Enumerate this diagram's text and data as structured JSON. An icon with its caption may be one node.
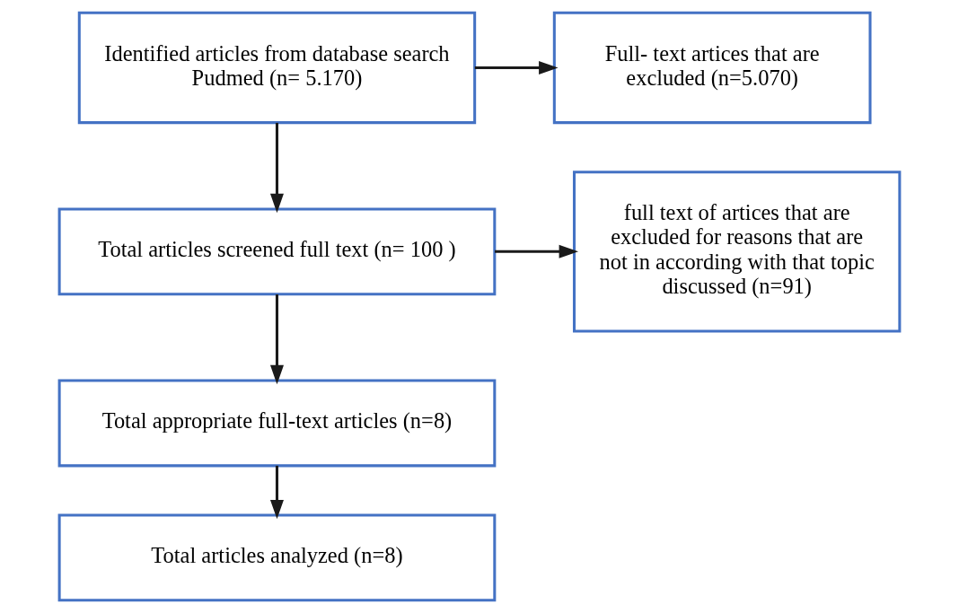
{
  "diagram": {
    "nodes": [
      {
        "text": [
          "Identified articles from database search Pudmed (n= 5.170)"
        ]
      },
      {
        "text": [
          "Full- text artices that are excluded (n=5.070)"
        ]
      },
      {
        "text": [
          "Total articles screened full text (n= 100 )"
        ]
      },
      {
        "text": [
          "full text of artices that are excluded for reasons that are not in according with that topic discussed (n=91)"
        ]
      },
      {
        "text": [
          "Total appropriate full-text articles (n=8)"
        ]
      },
      {
        "text": [
          "Total articles analyzed (n=8)"
        ]
      }
    ],
    "edges": [
      {
        "from": 0,
        "to": 2,
        "arrow": "to"
      },
      {
        "from": 0,
        "to": 1,
        "arrow": "to"
      },
      {
        "from": 2,
        "to": 4,
        "arrow": "to"
      },
      {
        "from": 2,
        "to": 3,
        "arrow": "to"
      },
      {
        "from": 4,
        "to": 5,
        "arrow": "to"
      }
    ]
  }
}
